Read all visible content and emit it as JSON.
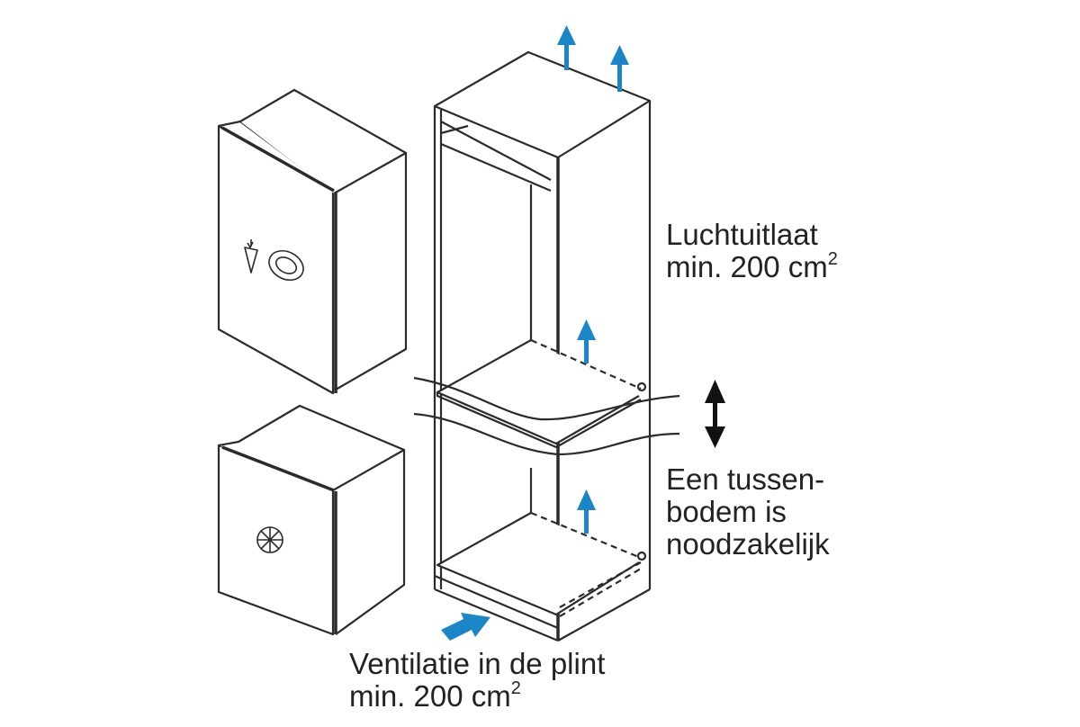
{
  "diagram": {
    "type": "built-in refrigerator installation ventilation diagram",
    "colors": {
      "line": "#2b2b2b",
      "arrow_blue": "#1a86c8",
      "arrow_black": "#111111",
      "background": "#ffffff"
    },
    "components": {
      "fridge_door": {
        "icons": [
          "carrot-icon",
          "cabbage-icon"
        ]
      },
      "freezer_door": {
        "icons": [
          "snowflake-icon"
        ]
      },
      "cabinet": {
        "shelves": [
          "intermediate-shelf",
          "bottom-shelf"
        ]
      }
    }
  },
  "labels": {
    "air_outlet": {
      "line1": "Luchtuitlaat",
      "line2_prefix": "min. 200 cm",
      "line2_sup": "2"
    },
    "shelf_note": {
      "line1": "Een tussen-",
      "line2": "bodem is",
      "line3": "noodzakelijk"
    },
    "plinth_ventilation": {
      "line1": "Ventilatie in de plint",
      "line2_prefix": "min. 200 cm",
      "line2_sup": "2"
    }
  }
}
